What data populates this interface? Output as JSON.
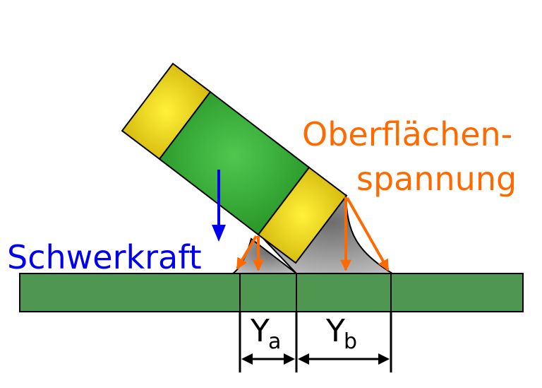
{
  "labels": {
    "gravity": "Schwerkraft",
    "surface_tension_line1": "Oberflächen-",
    "surface_tension_line2": "spannung",
    "ya_main": "Y",
    "ya_sub": "a",
    "yb_main": "Y",
    "yb_sub": "b"
  },
  "colors": {
    "board": "#4f9650",
    "board_stroke": "#000000",
    "component_body": "#2b9a2b",
    "component_caps": "#d9c30a",
    "solder": "#a9a9a9",
    "gravity_arrow": "#0000ee",
    "tension_arrows": "#ff6a00",
    "dimension_lines": "#000000",
    "gravity_text": "#0000ee",
    "tension_text": "#ff6a00"
  }
}
